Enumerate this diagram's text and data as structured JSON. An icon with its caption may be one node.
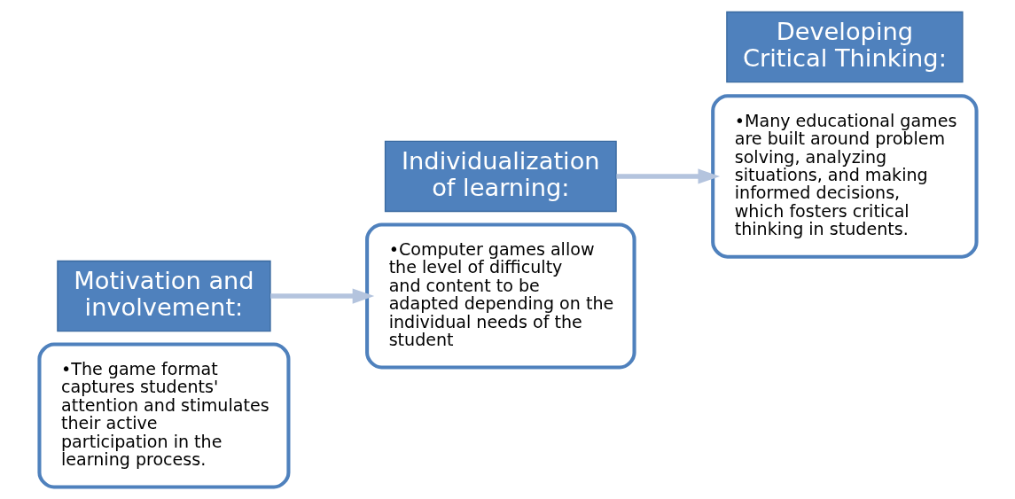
{
  "diagram": {
    "nodes": [
      {
        "text": [
          "•The game format captures students' attention and stimulates their active participation in the learning process."
        ]
      },
      {
        "text": [
          "Motivation and involvement:"
        ]
      },
      {
        "text": [
          "Individualization of learning:"
        ]
      },
      {
        "text": [
          "•Computer games allow the level of difficulty and content to be adapted depending on the individual needs of the student"
        ]
      },
      {
        "text": [
          "•Many educational games are built around problem solving, analyzing situations, and making informed decisions, which fosters critical thinking in students."
        ]
      },
      {
        "text": [
          "Developing Critical Thinking:"
        ]
      }
    ],
    "edges": [
      {
        "from": 1,
        "to": 3,
        "arrow": "to"
      },
      {
        "from": 2,
        "to": 4,
        "arrow": "to"
      }
    ]
  }
}
